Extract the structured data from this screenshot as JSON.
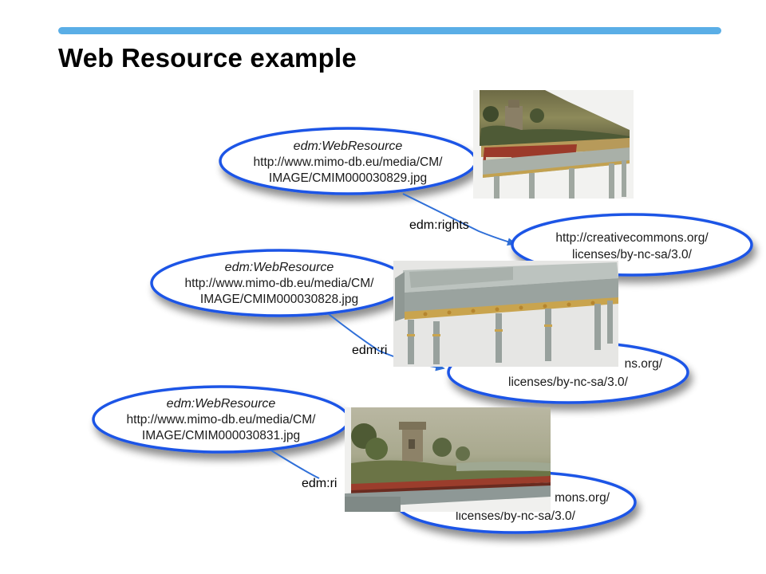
{
  "slide": {
    "title": "Web Resource example"
  },
  "web_resources": [
    {
      "type_label": "edm:WebResource",
      "url_line1": "http://www.mimo-db.eu/media/CM/",
      "url_line2": "IMAGE/CMIM000030829.jpg",
      "rights_label": "edm:rights",
      "license_line1": "http://creativecommons.org/",
      "license_line2": "licenses/by-nc-sa/3.0/"
    },
    {
      "type_label": "edm:WebResource",
      "url_line1": "http://www.mimo-db.eu/media/CM/",
      "url_line2": "IMAGE/CMIM000030828.jpg",
      "rights_label": "edm:ri",
      "license_line1": "ns.org/",
      "license_line2": "licenses/by-nc-sa/3.0/"
    },
    {
      "type_label": "edm:WebResource",
      "url_line1": "http://www.mimo-db.eu/media/CM/",
      "url_line2": "IMAGE/CMIM000030831.jpg",
      "rights_label": "edm:ri",
      "license_line1": "mons.org/",
      "license_line2": "licenses/by-nc-sa/3.0/"
    }
  ],
  "colors": {
    "accent_bar": "#5aaee6",
    "ellipse_stroke": "#1f55e6",
    "arrow": "#2f6fd8"
  },
  "images": [
    {
      "depicts": "harpsichord-photo-painted-lid-open"
    },
    {
      "depicts": "harpsichord-photo-closed-side-view"
    },
    {
      "depicts": "harpsichord-lid-painting-detail"
    }
  ]
}
